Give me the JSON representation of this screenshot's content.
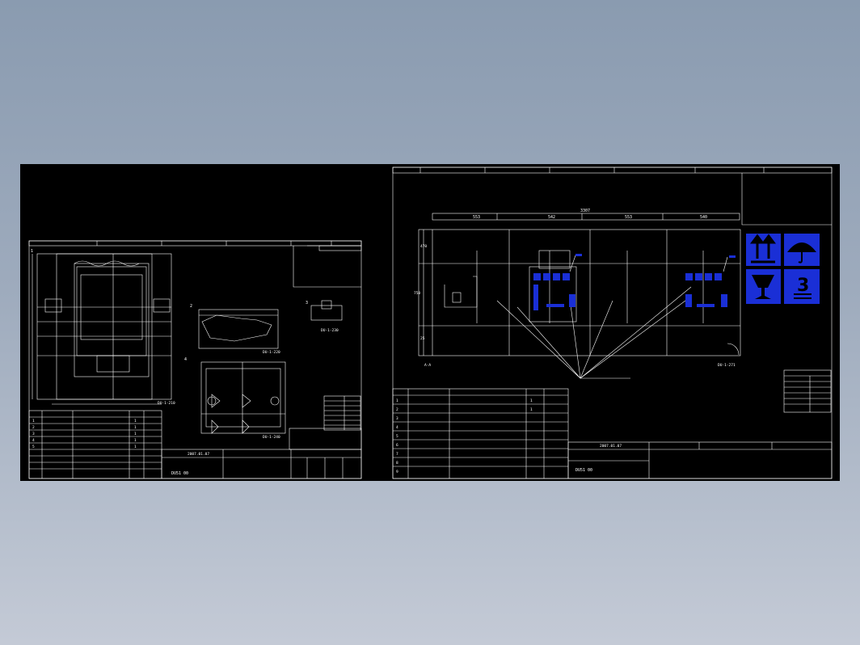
{
  "colors": {
    "background": "#9aa8bb",
    "canvas": "#000000",
    "line": "#ffffff",
    "accent": "#1a2fd6"
  },
  "left_sheet": {
    "view_labels": [
      "1",
      "2",
      "3",
      "4"
    ],
    "part_codes": [
      "DU-1-210",
      "DU-1-220",
      "DU-1-230",
      "DU-1-240"
    ],
    "bom_rows": [
      {
        "no": "1",
        "qty": "1"
      },
      {
        "no": "2",
        "qty": "1"
      },
      {
        "no": "3",
        "qty": "1"
      },
      {
        "no": "4",
        "qty": "1"
      },
      {
        "no": "5",
        "qty": "1"
      }
    ],
    "date": "2007.01.07",
    "drawing_no": "DU51 00"
  },
  "right_sheet": {
    "dimensions": [
      "3307",
      "553",
      "542",
      "553",
      "540"
    ],
    "dims_vertical": [
      "470",
      "750",
      "25"
    ],
    "note_line": "A-A",
    "part_code": "DU-1-271",
    "bom_rows": [
      {
        "no": "1",
        "qty": "1"
      },
      {
        "no": "2",
        "qty": "1"
      },
      {
        "no": "3",
        "qty": ""
      },
      {
        "no": "4",
        "qty": ""
      },
      {
        "no": "5",
        "qty": ""
      },
      {
        "no": "6",
        "qty": ""
      },
      {
        "no": "7",
        "qty": ""
      },
      {
        "no": "8",
        "qty": ""
      },
      {
        "no": "9",
        "qty": ""
      }
    ],
    "date": "2007.01.07",
    "drawing_no": "DU51 00",
    "symbol_number": "3"
  }
}
